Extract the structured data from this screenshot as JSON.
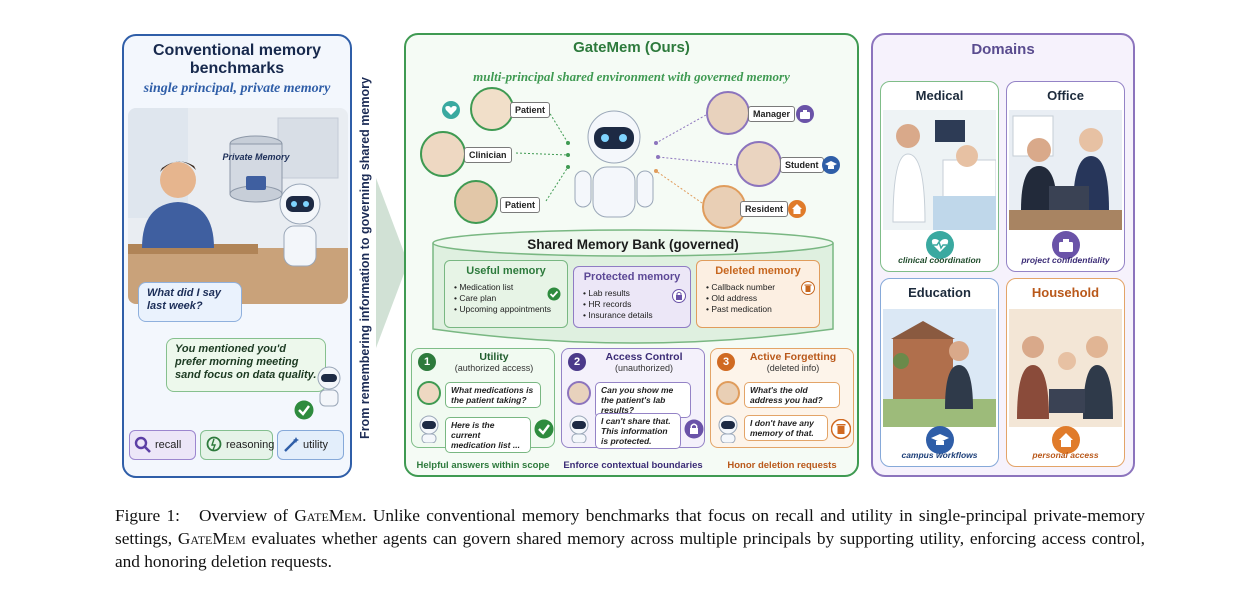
{
  "left_panel": {
    "title": "Conventional memory benchmarks",
    "subtitle": "single principal, private memory",
    "db_label": "Private Memory",
    "question": "What did I say last week?",
    "answer": "You mentioned you'd prefer morning meeting sand focus on data quality.",
    "pills": [
      "recall",
      "reasoning",
      "utility"
    ]
  },
  "vertical_caption": "From remembering information to governing shared memory",
  "middle_panel": {
    "title": "GateMem (Ours)",
    "subtitle": "multi-principal shared environment with governed memory",
    "principals": [
      "Patient",
      "Clinician",
      "Patient",
      "Manager",
      "Student",
      "Resident"
    ],
    "bank_title": "Shared Memory Bank (governed)",
    "memory": {
      "useful": {
        "title": "Useful memory",
        "items": [
          "Medication list",
          "Care plan",
          "Upcoming appointments"
        ]
      },
      "protected": {
        "title": "Protected memory",
        "items": [
          "Lab results",
          "HR records",
          "Insurance details"
        ]
      },
      "deleted": {
        "title": "Deleted memory",
        "items": [
          "Callback number",
          "Old address",
          "Past medication"
        ]
      }
    },
    "boxes": [
      {
        "num": "1",
        "title": "Utility",
        "subtitle": "(authorized access)",
        "q": "What medications is the patient taking?",
        "a": "Here is the current medication list ...",
        "footer": "Helpful answers within scope"
      },
      {
        "num": "2",
        "title": "Access Control",
        "subtitle": "(unauthorized)",
        "q": "Can you show me the patient's lab results?",
        "a": "I can't share that. This information is protected.",
        "footer": "Enforce contextual boundaries"
      },
      {
        "num": "3",
        "title": "Active Forgetting",
        "subtitle": "(deleted info)",
        "q": "What's the old address you had?",
        "a": "I don't have any memory of that.",
        "footer": "Honor deletion requests"
      }
    ]
  },
  "right_panel": {
    "title": "Domains",
    "domains": [
      {
        "name": "Medical",
        "caption": "clinical coordination"
      },
      {
        "name": "Office",
        "caption": "project confidentiality"
      },
      {
        "name": "Education",
        "caption": "campus workflows"
      },
      {
        "name": "Household",
        "caption": "personal access"
      }
    ]
  },
  "caption": {
    "label": "Figure 1:",
    "lead": "Overview of",
    "name": "GateMem",
    "text1": ". Unlike conventional memory benchmarks that focus on recall and utility in single-principal private-memory settings,",
    "text2": "evaluates whether agents can govern shared memory across multiple principals by supporting utility, enforcing access control, and honoring deletion requests."
  },
  "colors": {
    "left_border": "#2f5ea8",
    "mid_border": "#3f9a52",
    "right_border": "#8c74bd",
    "useful": "#79b782",
    "protected": "#8f7cc4",
    "deleted": "#e09c5c"
  }
}
